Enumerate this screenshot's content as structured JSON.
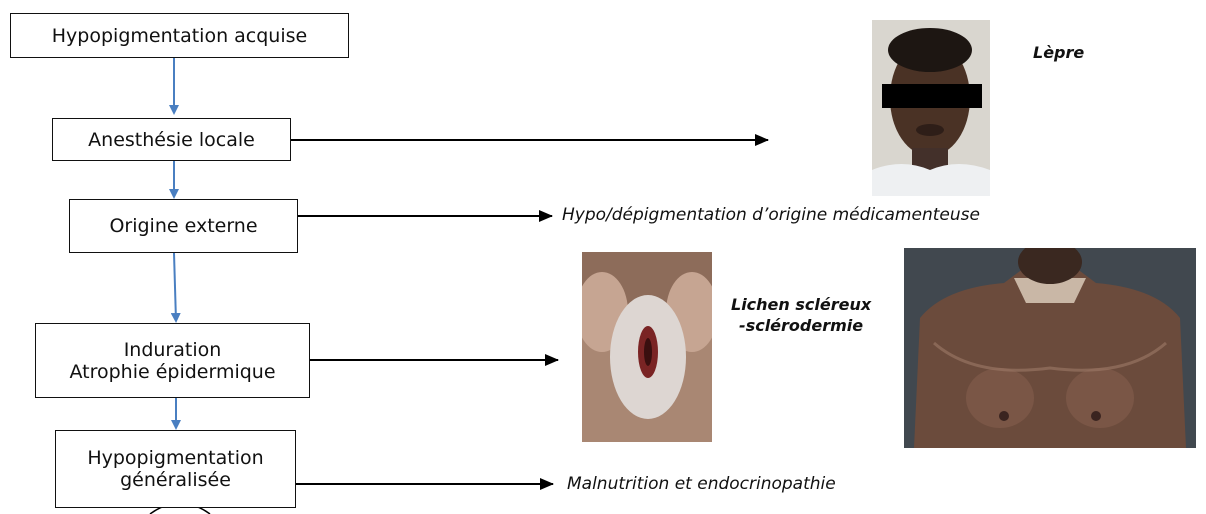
{
  "boxes": {
    "hypopigmentation_acquise": "Hypopigmentation acquise",
    "anesthesie_locale": "Anesthésie locale",
    "origine_externe": "Origine externe",
    "induration_l1": "Induration",
    "induration_l2": "Atrophie épidermique",
    "hypo_generalisee_l1": "Hypopigmentation",
    "hypo_generalisee_l2": "généralisée"
  },
  "outcomes": {
    "lepre": "Lèpre",
    "medicamenteuse": "Hypo/dépigmentation d’origine médicamenteuse",
    "lichen_l1": "Lichen scléreux",
    "lichen_l2": "-sclérodermie",
    "malnutrition": "Malnutrition et endocrinopathie"
  },
  "colors": {
    "flow_arrow": "#4a7fc1",
    "branch_arrow": "#000000"
  }
}
